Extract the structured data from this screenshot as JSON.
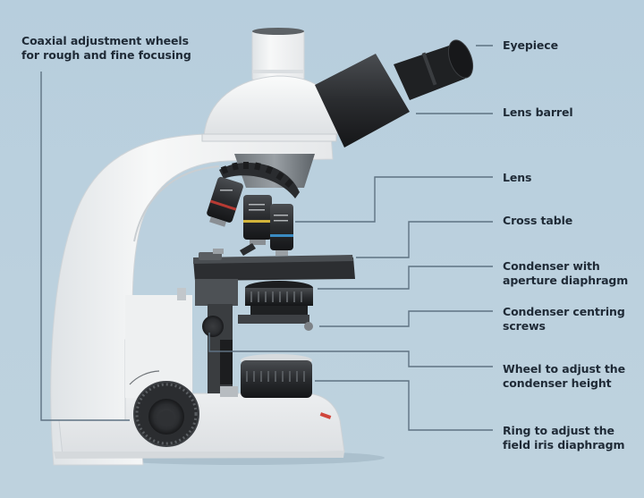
{
  "diagram": {
    "subject": "Light microscope",
    "background_color": "#b9cfdd",
    "leader_color": "#5e7282",
    "text_color": "#1f2a36"
  },
  "labels": {
    "coaxial": {
      "line1": "Coaxial adjustment wheels",
      "line2": "for rough and fine focusing"
    },
    "eyepiece": {
      "line1": "Eyepiece"
    },
    "lens_barrel": {
      "line1": "Lens barrel"
    },
    "lens": {
      "line1": "Lens"
    },
    "cross_table": {
      "line1": "Cross table"
    },
    "condenser": {
      "line1": "Condenser with",
      "line2": "aperture diaphragm"
    },
    "centring": {
      "line1": "Condenser centring",
      "line2": "screws"
    },
    "wheel_height": {
      "line1": "Wheel to adjust the",
      "line2": "condenser height"
    },
    "ring_iris": {
      "line1": "Ring to adjust the",
      "line2": "field iris diaphragm"
    }
  }
}
